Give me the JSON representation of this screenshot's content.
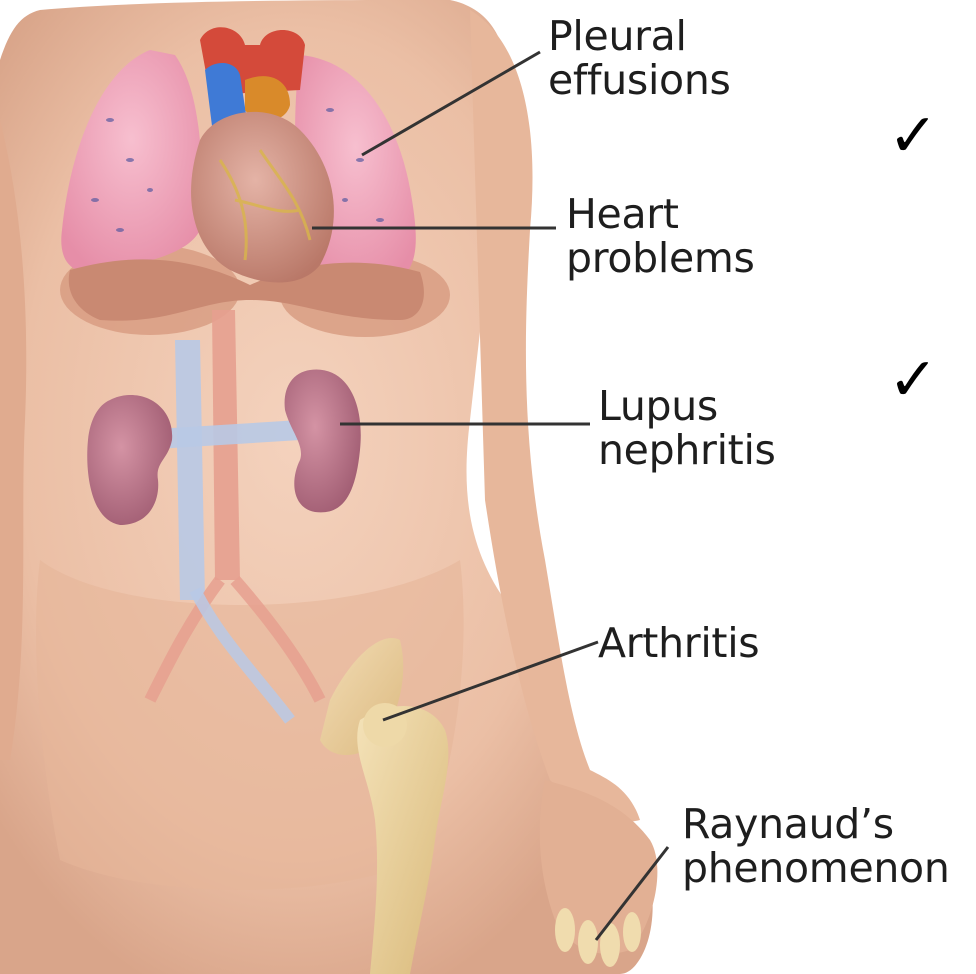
{
  "labels": {
    "pleural": [
      "Pleural",
      "effusions"
    ],
    "heart": [
      "Heart",
      "problems"
    ],
    "lupus": [
      "Lupus",
      "nephritis"
    ],
    "arthritis": [
      "Arthritis"
    ],
    "raynaud": [
      "Raynaud’s",
      "phenomenon"
    ]
  },
  "checkmarks": [
    "✓",
    "✓"
  ],
  "icons": [
    "checkmark-icon"
  ],
  "colors": {
    "skin": "#ecc2a9",
    "lung": "#f2a9bd",
    "heart": "#cf8f80",
    "kidney": "#b77286",
    "vein": "#b8c9e6",
    "artery": "#e6a08f",
    "bone": "#ecd49f",
    "leader_line": "#333333"
  }
}
